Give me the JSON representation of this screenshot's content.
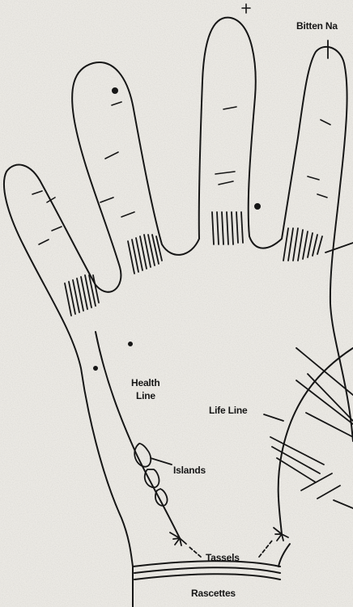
{
  "diagram": {
    "labels": {
      "bitten_nails": "Bitten Na",
      "health_line_1": "Health",
      "health_line_2": "Line",
      "life_line": "Life Line",
      "islands": "Islands",
      "tassels": "Tassels",
      "rascettes": "Rascettes"
    },
    "colors": {
      "ink": "#161616",
      "paper": "#ebe9e4"
    }
  }
}
